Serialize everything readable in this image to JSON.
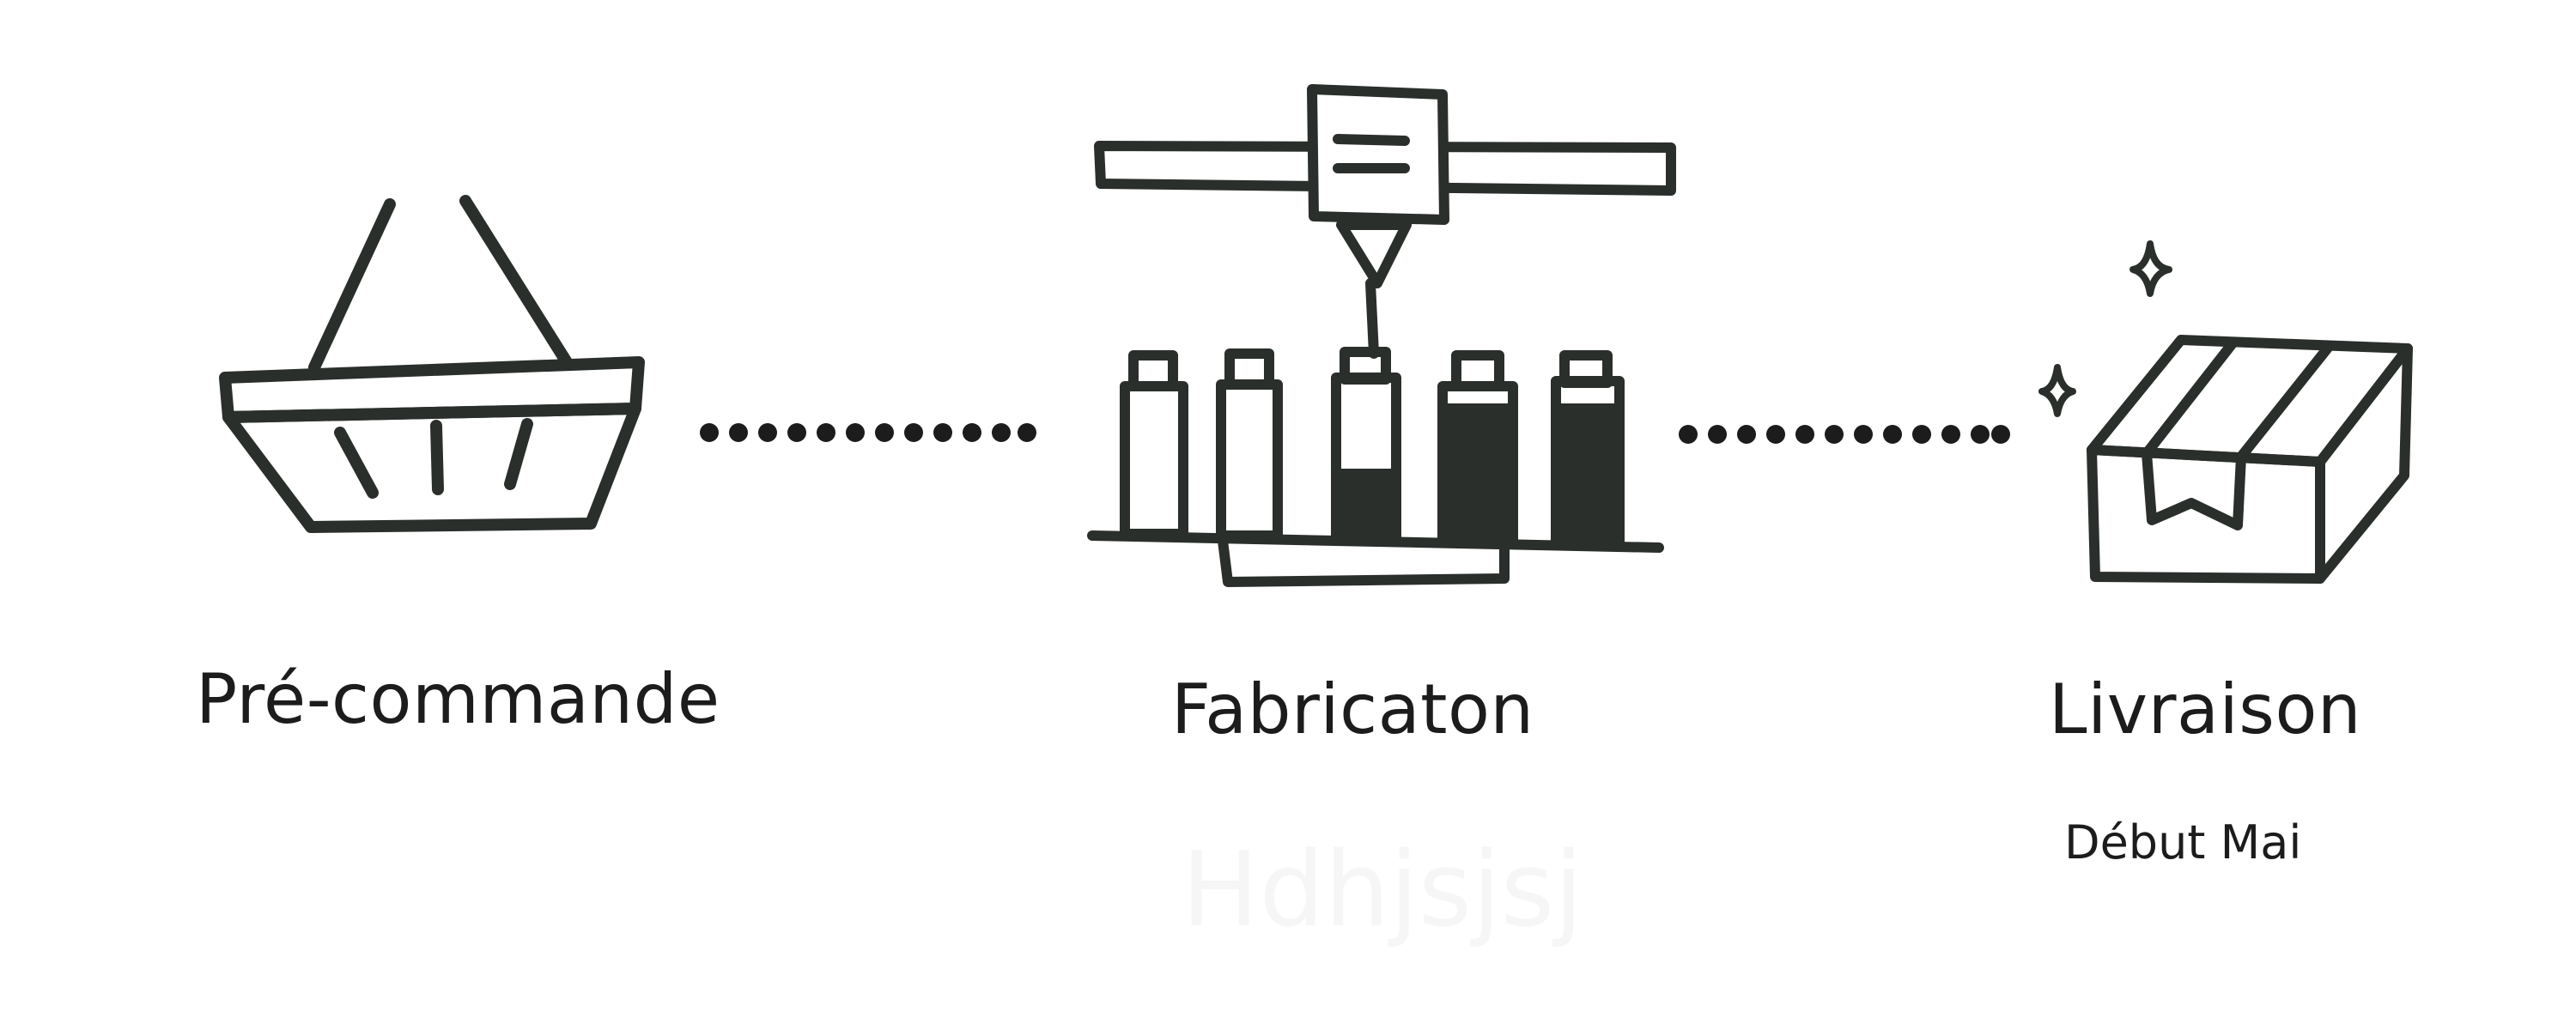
{
  "steps": [
    {
      "label": "Pré-commande",
      "icon": "basket-icon"
    },
    {
      "label": "Fabricaton",
      "icon": "printing-machine-icon"
    },
    {
      "label": "Livraison",
      "icon": "box-icon",
      "detail": "Début Mai"
    }
  ],
  "watermark_text": "Hdhjsjsj",
  "colors": {
    "ink": "#2b2f2c",
    "background": "#ffffff"
  }
}
